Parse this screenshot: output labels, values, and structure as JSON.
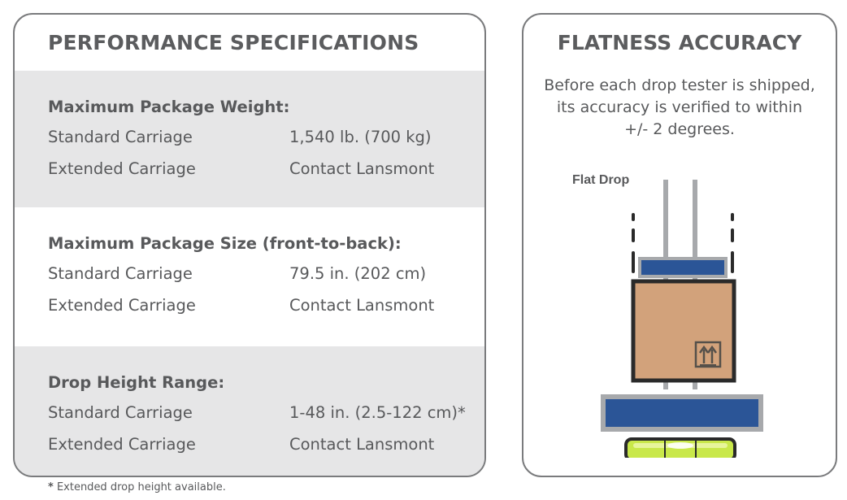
{
  "performance": {
    "title": "PERFORMANCE SPECIFICATIONS",
    "sections": [
      {
        "heading": "Maximum Package Weight:",
        "rows": [
          {
            "label": "Standard Carriage",
            "value": "1,540 lb. (700 kg)"
          },
          {
            "label": "Extended Carriage",
            "value": "Contact Lansmont"
          }
        ]
      },
      {
        "heading": "Maximum Package Size (front-to-back):",
        "rows": [
          {
            "label": "Standard Carriage",
            "value": "79.5 in. (202 cm)"
          },
          {
            "label": "Extended Carriage",
            "value": "Contact Lansmont"
          }
        ]
      },
      {
        "heading": "Drop Height Range:",
        "rows": [
          {
            "label": "Standard Carriage",
            "value": "1-48 in. (2.5-122 cm)*"
          },
          {
            "label": "Extended Carriage",
            "value": "Contact Lansmont"
          }
        ]
      }
    ],
    "section_colors": [
      "#e6e6e7",
      "#ffffff",
      "#e6e6e7"
    ]
  },
  "flatness": {
    "title": "FLATNESS ACCURACY",
    "description_lines": [
      "Before each drop tester is shipped,",
      "its accuracy is verified to within",
      "+/- 2 degrees."
    ],
    "diagram_label": "Flat Drop",
    "colors": {
      "carriage_blue": "#2b5597",
      "frame_grey": "#a7a9ac",
      "box_tan": "#d2a27b",
      "box_border": "#2a2a2a",
      "level_green": "#c9e84a"
    },
    "icons": [
      "this-side-up-icon",
      "bubble-level-icon"
    ]
  },
  "footnote": {
    "star": "*",
    "text": " Extended drop height available."
  }
}
